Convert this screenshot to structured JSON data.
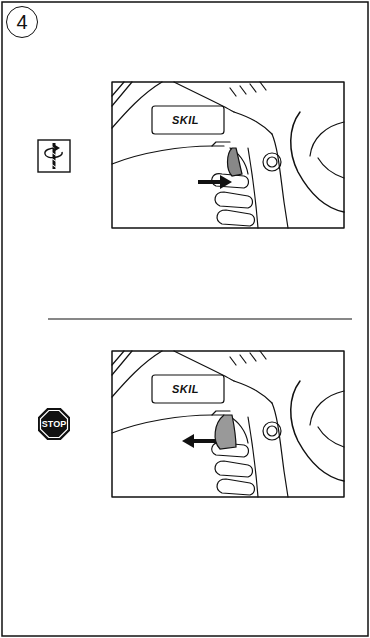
{
  "diagram": {
    "nodes": [
      {
        "text": [
          "4"
        ]
      },
      {
        "text": [
          "STOP"
        ]
      }
    ],
    "labels": [
      "SKIL",
      "SKIL"
    ]
  }
}
